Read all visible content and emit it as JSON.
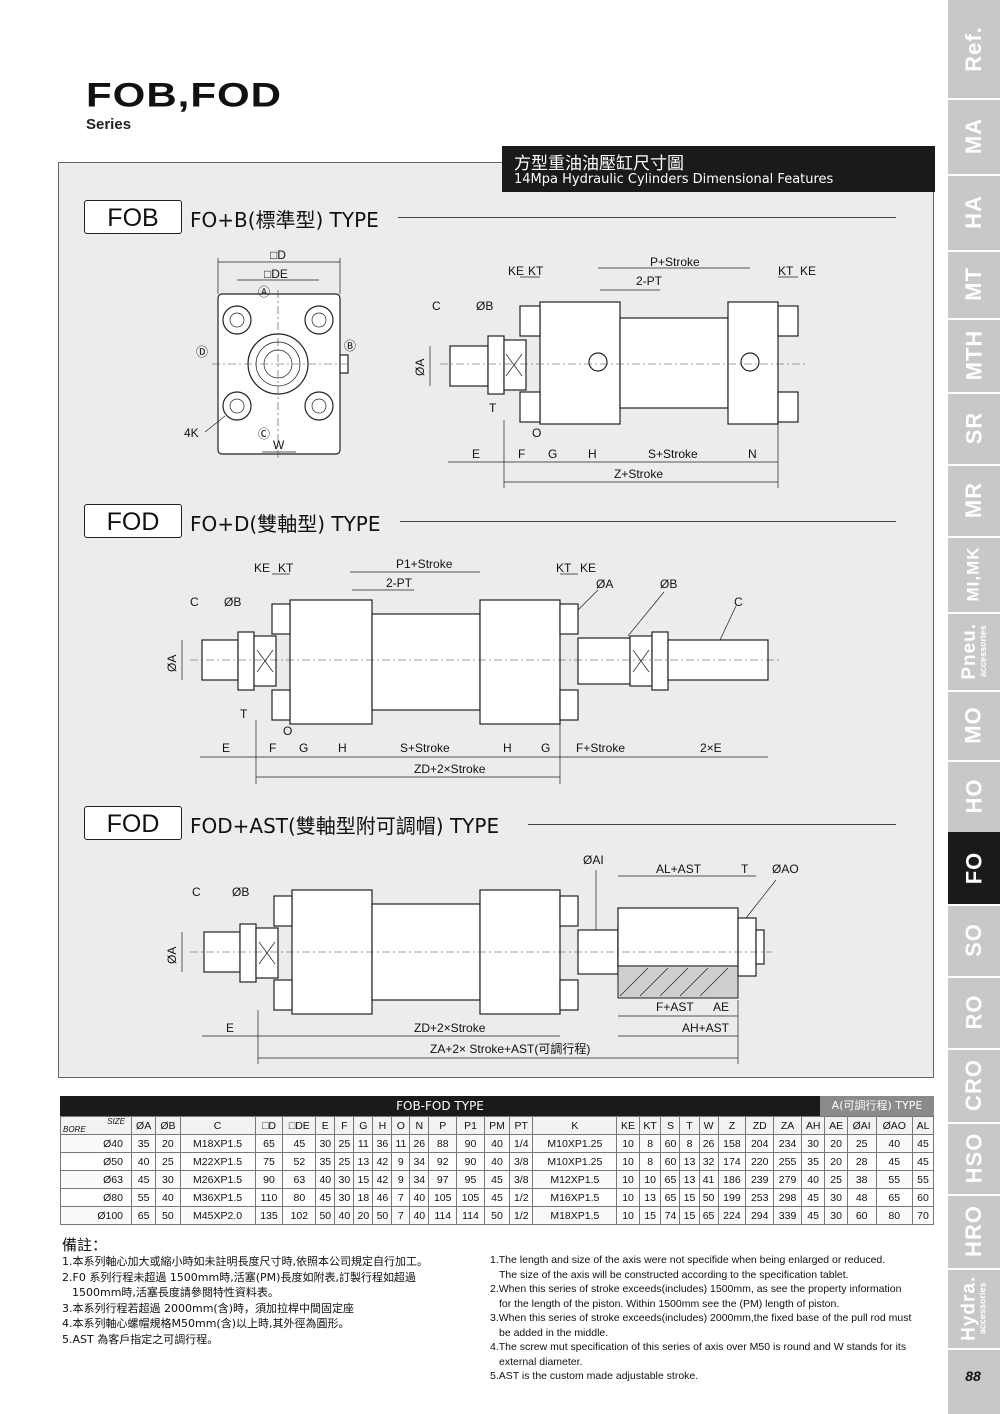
{
  "header": {
    "title": "FOB,FOD",
    "series": "Series"
  },
  "banner": {
    "cn": "方型重油油壓缸尺寸圖",
    "en": "14Mpa Hydraulic Cylinders Dimensional Features"
  },
  "tabs": [
    "Ref.",
    "MA",
    "HA",
    "MT",
    "MTH",
    "SR",
    "MR",
    "MI,MK",
    "Pneu.",
    "MO",
    "HO",
    "FO",
    "SO",
    "RO",
    "CRO",
    "HSO",
    "HRO",
    "Hydra."
  ],
  "tab_subs": {
    "pneu": "accessories",
    "hydra": "accessories"
  },
  "active_tab": "FO",
  "page_number": "88",
  "sections": [
    {
      "box": "FOB",
      "title": "FO+B(標準型) TYPE"
    },
    {
      "box": "FOD",
      "title": "FO+D(雙軸型) TYPE"
    },
    {
      "box": "FOD",
      "title": "FOD+AST(雙軸型附可調帽) TYPE"
    }
  ],
  "labels": {
    "s1_front": {
      "d": "□D",
      "de": "□DE",
      "a": "Ⓐ",
      "b": "Ⓑ",
      "c": "Ⓒ",
      "dd": "Ⓓ",
      "k4": "4K",
      "w": "W"
    },
    "s1_side": {
      "ke": "KE",
      "kt": "KT",
      "p": "P+Stroke",
      "pt": "2-PT",
      "kt2": "KT",
      "ke2": "KE",
      "c": "C",
      "ob": "ØB",
      "oa": "ØA",
      "t": "T",
      "o": "O",
      "e": "E",
      "f": "F",
      "g": "G",
      "h": "H",
      "s": "S+Stroke",
      "n": "N",
      "z": "Z+Stroke"
    },
    "s2": {
      "ke": "KE",
      "kt": "KT",
      "p1": "P1+Stroke",
      "pt": "2-PT",
      "kt2": "KT",
      "ke2": "KE",
      "oa_top": "ØA",
      "ob_top": "ØB",
      "c_r": "C",
      "c": "C",
      "ob": "ØB",
      "oa": "ØA",
      "t": "T",
      "o": "O",
      "e": "E",
      "f": "F",
      "g": "G",
      "h": "H",
      "s": "S+Stroke",
      "h2": "H",
      "g2": "G",
      "f2": "F+Stroke",
      "e2": "2×E",
      "zd": "ZD+2×Stroke"
    },
    "s3": {
      "oai": "ØAI",
      "al": "AL+AST",
      "t": "T",
      "oao": "ØAO",
      "c": "C",
      "ob": "ØB",
      "oa": "ØA",
      "e": "E",
      "zd": "ZD+2×Stroke",
      "fast": "F+AST",
      "ae": "AE",
      "ah": "AH+AST",
      "za": "ZA+2× Stroke+AST(可調行程)"
    }
  },
  "table": {
    "title": "FOB-FOD TYPE",
    "subtitle": "A(可調行程) TYPE",
    "corner_size": "SIZE",
    "corner_bore": "BORE",
    "columns": [
      "ØA",
      "ØB",
      "C",
      "□D",
      "□DE",
      "E",
      "F",
      "G",
      "H",
      "O",
      "N",
      "P",
      "P1",
      "PM",
      "PT",
      "K",
      "KE",
      "KT",
      "S",
      "T",
      "W",
      "Z",
      "ZD",
      "ZA",
      "AH",
      "AE",
      "ØAI",
      "ØAO",
      "AL"
    ],
    "rows": [
      [
        "Ø40",
        "35",
        "20",
        "M18XP1.5",
        "65",
        "45",
        "30",
        "25",
        "11",
        "36",
        "11",
        "26",
        "88",
        "90",
        "40",
        "1/4",
        "M10XP1.25",
        "10",
        "8",
        "60",
        "8",
        "26",
        "158",
        "204",
        "234",
        "30",
        "20",
        "25",
        "40",
        "45"
      ],
      [
        "Ø50",
        "40",
        "25",
        "M22XP1.5",
        "75",
        "52",
        "35",
        "25",
        "13",
        "42",
        "9",
        "34",
        "92",
        "90",
        "40",
        "3/8",
        "M10XP1.25",
        "10",
        "8",
        "60",
        "13",
        "32",
        "174",
        "220",
        "255",
        "35",
        "20",
        "28",
        "45",
        "45"
      ],
      [
        "Ø63",
        "45",
        "30",
        "M26XP1.5",
        "90",
        "63",
        "40",
        "30",
        "15",
        "42",
        "9",
        "34",
        "97",
        "95",
        "45",
        "3/8",
        "M12XP1.5",
        "10",
        "10",
        "65",
        "13",
        "41",
        "186",
        "239",
        "279",
        "40",
        "25",
        "38",
        "55",
        "55"
      ],
      [
        "Ø80",
        "55",
        "40",
        "M36XP1.5",
        "110",
        "80",
        "45",
        "30",
        "18",
        "46",
        "7",
        "40",
        "105",
        "105",
        "45",
        "1/2",
        "M16XP1.5",
        "10",
        "13",
        "65",
        "15",
        "50",
        "199",
        "253",
        "298",
        "45",
        "30",
        "48",
        "65",
        "60"
      ],
      [
        "Ø100",
        "65",
        "50",
        "M45XP2.0",
        "135",
        "102",
        "50",
        "40",
        "20",
        "50",
        "7",
        "40",
        "114",
        "114",
        "50",
        "1/2",
        "M18XP1.5",
        "10",
        "15",
        "74",
        "15",
        "65",
        "224",
        "294",
        "339",
        "45",
        "30",
        "60",
        "80",
        "70"
      ]
    ]
  },
  "notes": {
    "heading": "備註：",
    "cn": [
      "1.本系列軸心加大或縮小時如未註明長度尺寸時,依照本公司規定自行加工。",
      "2.F0 系列行程未超過 1500mm時,活塞(PM)長度如附表,訂製行程如超過",
      "  1500mm時,活塞長度請參閱特性資料表。",
      "3.本系列行程若超過  2000mm(含)時，須加拉桿中間固定座",
      "4.本系列軸心螺帽規格M50mm(含)以上時,其外徑為圓形。",
      "5.AST  為客戶指定之可調行程。"
    ],
    "en": [
      {
        "t": "1.The length and size of the axis were not specifide when being enlarged or reduced.",
        "ind": false
      },
      {
        "t": "The size of the axis will be constructed according to the specification tablet.",
        "ind": true
      },
      {
        "t": "2.When this series of stroke exceeds(includes) 1500mm, as see the property information",
        "ind": false
      },
      {
        "t": "for the length of the piston. Within 1500mm see the (PM) length of piston.",
        "ind": true
      },
      {
        "t": "3.When this series of stroke exceeds(includes) 2000mm,the fixed base of the pull  rod must",
        "ind": false
      },
      {
        "t": "be added in the middle.",
        "ind": true
      },
      {
        "t": "4.The screw mut specification of this series of axis over M50 is round and W stands for its",
        "ind": false
      },
      {
        "t": "external diameter.",
        "ind": true
      },
      {
        "t": "5.AST is the custom made adjustable stroke.",
        "ind": false
      }
    ]
  }
}
